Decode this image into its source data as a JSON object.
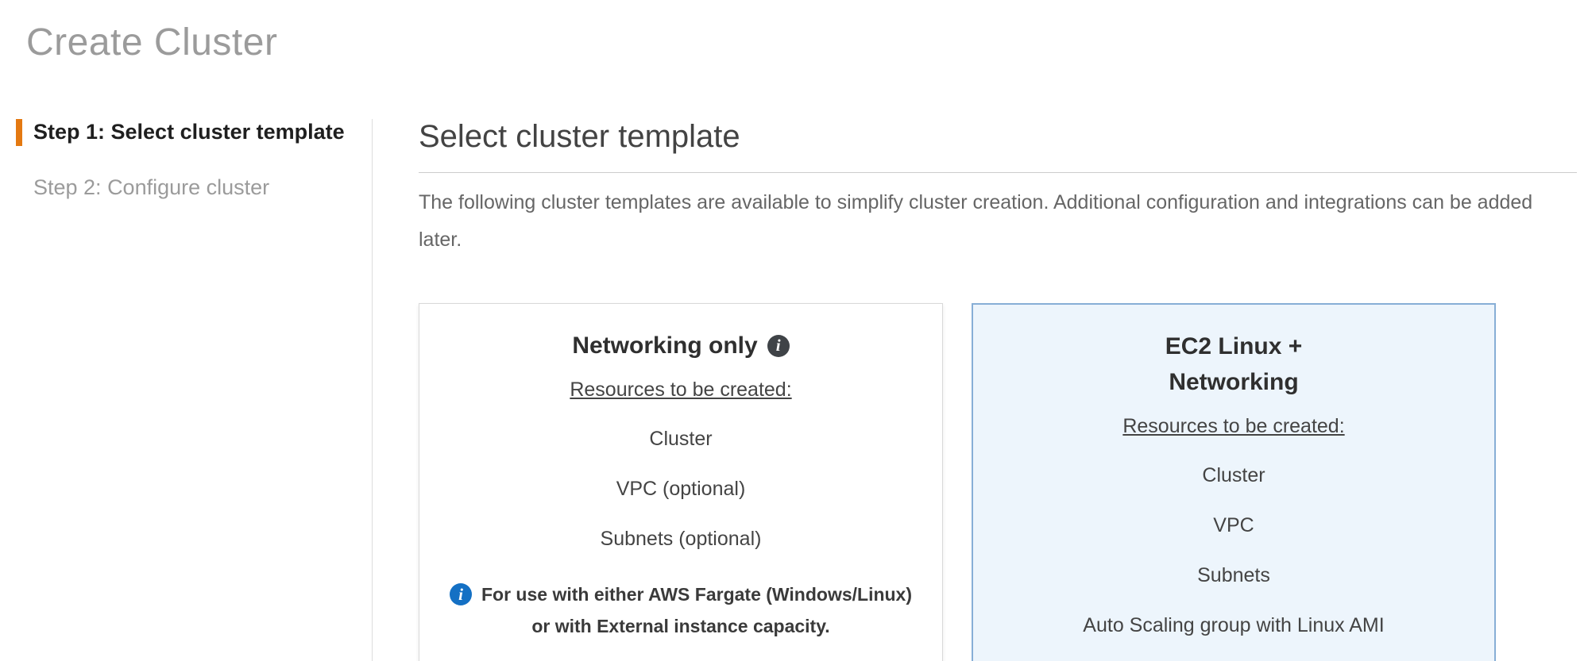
{
  "page": {
    "title": "Create Cluster"
  },
  "sidebar": {
    "steps": [
      {
        "label": "Step 1: Select cluster template",
        "active": true
      },
      {
        "label": "Step 2: Configure cluster",
        "active": false
      }
    ]
  },
  "main": {
    "heading": "Select cluster template",
    "description": "The following cluster templates are available to simplify cluster creation. Additional configuration and integrations can be added later."
  },
  "cards": [
    {
      "title": "Networking only",
      "title_icon": "info-icon",
      "resources_heading": "Resources to be created:",
      "resources": [
        "Cluster",
        "VPC (optional)",
        "Subnets (optional)"
      ],
      "note_lines": [
        "For use with either AWS Fargate (Windows/Linux)",
        "or with External instance capacity."
      ],
      "selected": false
    },
    {
      "title": "EC2 Linux + Networking",
      "title_lines": [
        "EC2 Linux +",
        "Networking"
      ],
      "resources_heading": "Resources to be created:",
      "resources": [
        "Cluster",
        "VPC",
        "Subnets",
        "Auto Scaling group with Linux AMI"
      ],
      "selected": true
    }
  ],
  "colors": {
    "accent-orange": "#e47911",
    "selected-card-border": "#87aed6",
    "selected-card-bg": "#edf5fc",
    "info-icon-blue": "#1470c4",
    "info-icon-dark": "#3f4347"
  }
}
